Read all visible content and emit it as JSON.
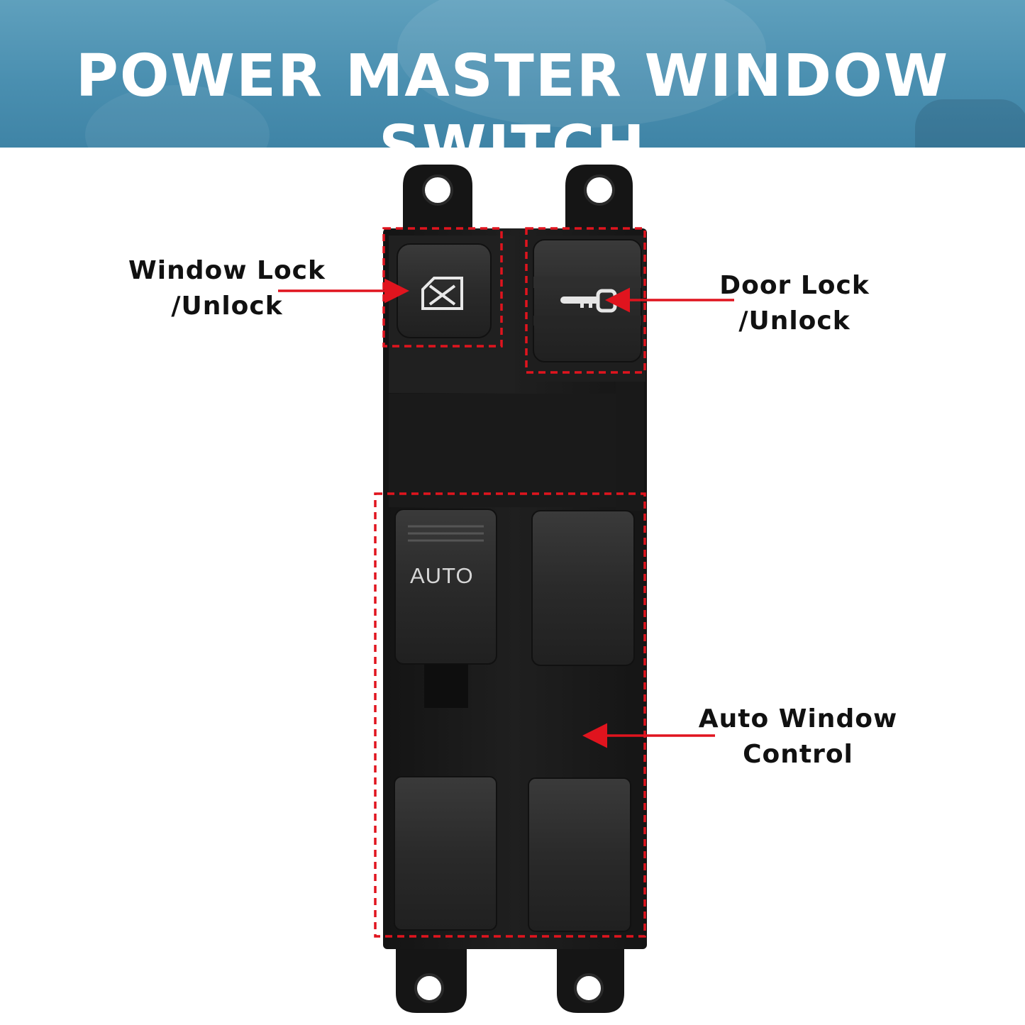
{
  "banner": {
    "title": "POWER MASTER WINDOW SWITCH"
  },
  "callouts": {
    "window_lock": {
      "line1": "Window Lock",
      "line2": "/Unlock"
    },
    "door_lock": {
      "line1": "Door Lock",
      "line2": "/Unlock"
    },
    "auto_window": {
      "line1": "Auto Window",
      "line2": "Control"
    }
  },
  "switch": {
    "auto_label": "AUTO"
  },
  "colors": {
    "banner": "#4a8fb0",
    "callout_red": "#e0141e",
    "switch_body": "#1c1c1c"
  }
}
